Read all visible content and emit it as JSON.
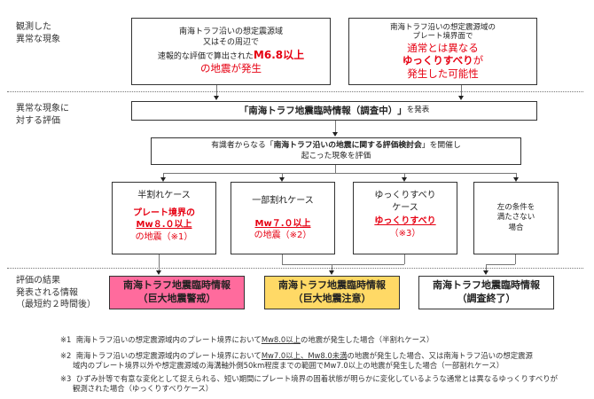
{
  "row_labels": {
    "observed": [
      "観測した",
      "異常な現象"
    ],
    "evaluation": [
      "異常な現象に",
      "対する評価"
    ],
    "result": [
      "評価の結果",
      "発表される情報",
      "（最短約２時間後）"
    ]
  },
  "observed_boxes": [
    {
      "lines": [
        "南海トラフ沿いの想定震源域",
        "又はその周辺で"
      ],
      "line3_prefix": "速報的な評価で算出された",
      "line3_highlight": "M6.8以上",
      "line4": "の地震が発生"
    },
    {
      "lines": [
        "南海トラフ沿いの想定震源域の",
        "プレート境界面で"
      ],
      "red1": "通常とは異なる",
      "red_bold": "ゆっくりすべり",
      "suffix": "が",
      "red2": "発生した可能性"
    }
  ],
  "announce": {
    "open": "「",
    "name": "南海トラフ地震臨時情報（調査中）",
    "close": "」",
    "suffix": "を発表"
  },
  "committee": {
    "prefix": "有識者からなる「",
    "name": "南海トラフ沿いの地震に関する評価検討会",
    "suffix": "」を開催し",
    "line2": "起こった現象を評価"
  },
  "cases": [
    {
      "title": "半割れケース",
      "bold1": "プレート境界の",
      "bold2": "Mw８.０以上",
      "tail": "の地震（※1）"
    },
    {
      "title": "一部割れケース",
      "bold1": "Mw７.０以上",
      "tail": "の地震（※2）"
    },
    {
      "title1": "ゆっくりすべり",
      "title2": "ケース",
      "bold1": "ゆっくりすべり",
      "tail": "（※3）"
    },
    {
      "lines": [
        "左の条件を",
        "満たさない",
        "場合"
      ]
    }
  ],
  "results": [
    {
      "line1": "南海トラフ地震臨時情報",
      "line2": "（巨大地震警戒）",
      "color": "#ff6b9d"
    },
    {
      "line1": "南海トラフ地震臨時情報",
      "line2": "（巨大地震注意）",
      "color": "#ffd966"
    },
    {
      "line1": "南海トラフ地震臨時情報",
      "line2": "（調査終了）",
      "color": "#ffffff"
    }
  ],
  "notes": [
    {
      "mark": "※1",
      "a": "南海トラフ沿いの想定震源域内のプレート境界において",
      "u": "Mw8.0以上",
      "b": "の地震が発生した場合（半割れケース）"
    },
    {
      "mark": "※2",
      "a": "南海トラフ沿いの想定震源域内のプレート境界において",
      "u": "Mw7.0以上、Mw8.0未満",
      "b": "の地震が発生した場合、又は南海トラフ沿いの想定震源",
      "c": "域内のプレート境界以外や想定震源域の海溝軸外側50km程度までの範囲でMw7.0以上の地震が発生した場合（一部割れケース）"
    },
    {
      "mark": "※3",
      "a": "ひずみ計等で有意な変化として捉えられる、短い期間にプレート境界の固着状態が明らかに変化しているような通常とは異なるゆっくりすべりが",
      "c": "観測された場合（ゆっくりすべりケース）"
    }
  ]
}
